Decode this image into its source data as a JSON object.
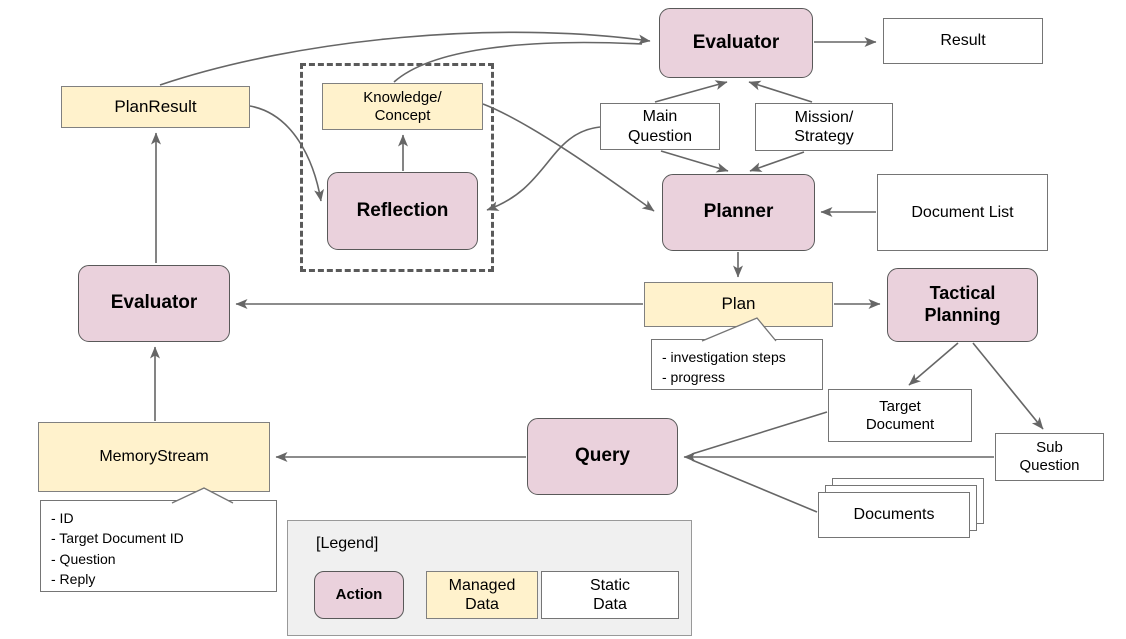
{
  "diagram": {
    "title_hint": "agent planning loop diagram",
    "nodes": {
      "evaluator_top": {
        "label": "Evaluator",
        "type": "action"
      },
      "result": {
        "label": "Result",
        "type": "static"
      },
      "plan_result": {
        "label": "PlanResult",
        "type": "managed"
      },
      "knowledge_concept": {
        "label": "Knowledge/\nConcept",
        "type": "managed"
      },
      "reflection": {
        "label": "Reflection",
        "type": "action"
      },
      "main_question": {
        "label": "Main\nQuestion",
        "type": "static"
      },
      "mission_strategy": {
        "label": "Mission/\nStrategy",
        "type": "static"
      },
      "planner": {
        "label": "Planner",
        "type": "action"
      },
      "document_list": {
        "label": "Document List",
        "type": "static"
      },
      "plan": {
        "label": "Plan",
        "type": "managed"
      },
      "tactical_planning": {
        "label": "Tactical\nPlanning",
        "type": "action"
      },
      "evaluator_left": {
        "label": "Evaluator",
        "type": "action"
      },
      "memory_stream": {
        "label": "MemoryStream",
        "type": "managed"
      },
      "query": {
        "label": "Query",
        "type": "action"
      },
      "target_document": {
        "label": "Target\nDocument",
        "type": "static"
      },
      "sub_question": {
        "label": "Sub\nQuestion",
        "type": "static"
      },
      "documents": {
        "label": "Documents",
        "type": "static"
      }
    },
    "notes": {
      "plan_note": {
        "lines": [
          "- investigation steps",
          "- progress"
        ]
      },
      "memory_note": {
        "lines": [
          "- ID",
          "- Target Document ID",
          "- Question",
          "- Reply"
        ]
      }
    },
    "legend": {
      "title": "[Legend]",
      "action_label": "Action",
      "managed_label": "Managed\nData",
      "static_label": "Static\nData"
    },
    "colors": {
      "action_fill": "#ead1dc",
      "managed_fill": "#fff2cc",
      "static_fill": "#ffffff",
      "box_border": "#757575",
      "action_border": "#595959",
      "arrow": "#666666",
      "dashed_border": "#5a5a5a",
      "legend_fill": "#f0f0f0",
      "text": "#000000"
    }
  }
}
